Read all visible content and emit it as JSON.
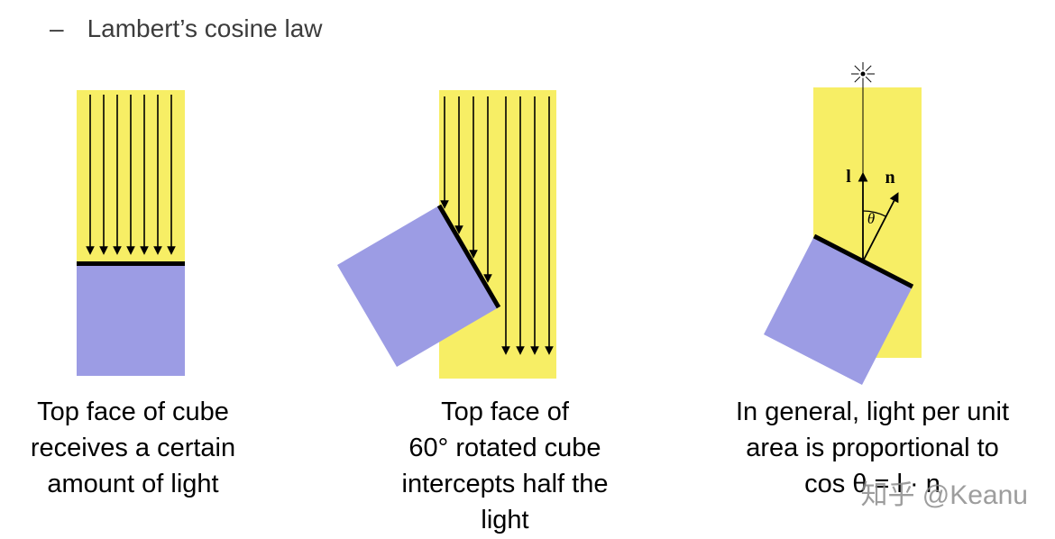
{
  "slide": {
    "bullet": "–",
    "title": "Lambert’s cosine law"
  },
  "panels": [
    {
      "caption": [
        "Top face of cube",
        "receives a certain",
        "amount of light"
      ]
    },
    {
      "caption": [
        "Top face of",
        "60° rotated cube",
        "intercepts half the light"
      ]
    },
    {
      "caption": [
        "In general, light per unit",
        "area is proportional to",
        "cos θ = l · n"
      ]
    }
  ],
  "diagram_labels": {
    "light_vector": "l",
    "normal_vector": "n",
    "angle": "θ"
  },
  "watermark": "知乎 @Keanu",
  "colors": {
    "light_beam": "#F7EE65",
    "cube": "#9C9CE4",
    "outline": "#000000",
    "title_text": "#3C3C3C",
    "caption_text": "#000000",
    "watermark_text": "#8C8C8C"
  }
}
